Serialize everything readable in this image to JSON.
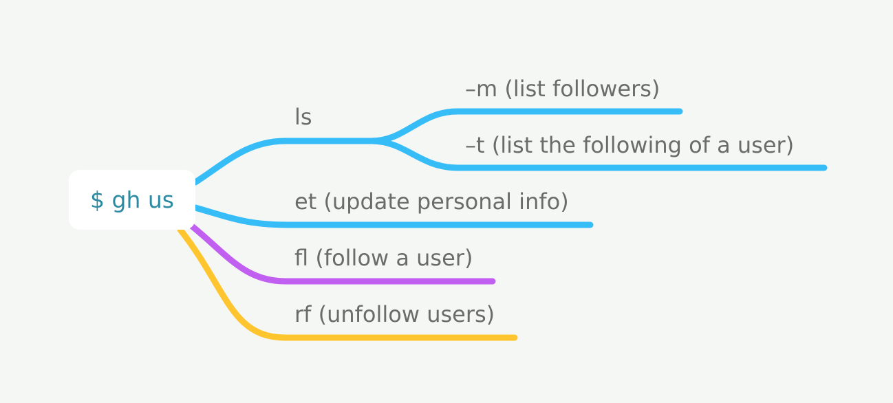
{
  "root": {
    "label": "$ gh us",
    "text_color": "#2d8aa3",
    "background": "#ffffff"
  },
  "colors": {
    "canvas": "#f5f7f5",
    "blue": "#36bcf7",
    "purple": "#c05ff0",
    "yellow": "#fec52e",
    "label_text": "#6b6b6b"
  },
  "branches": [
    {
      "label": "ls",
      "color": "blue",
      "children": [
        {
          "label": "–m (list followers)",
          "color": "blue"
        },
        {
          "label": "–t (list the following of a user)",
          "color": "blue"
        }
      ]
    },
    {
      "label": "et (update personal info)",
      "color": "blue"
    },
    {
      "label": "fl (follow a user)",
      "color": "purple"
    },
    {
      "label": "rf (unfollow users)",
      "color": "yellow"
    }
  ]
}
